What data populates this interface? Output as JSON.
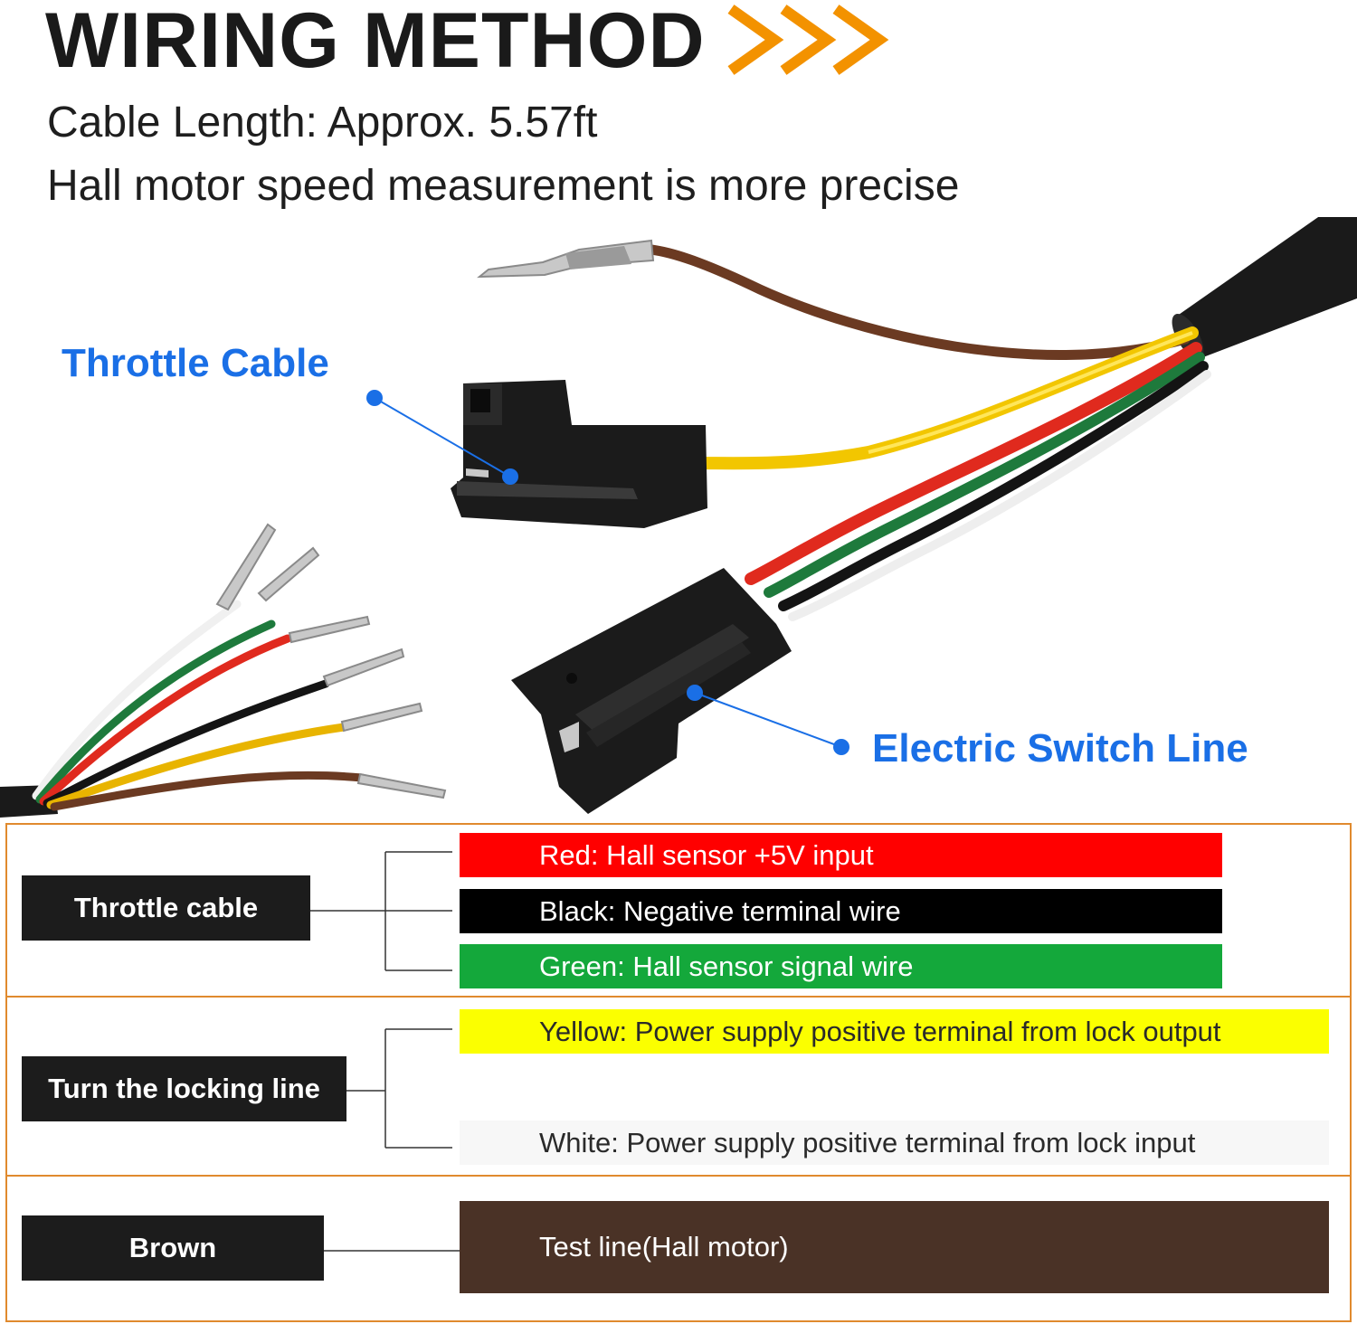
{
  "header": {
    "title": "WIRING METHOD",
    "line1": "Cable Length: Approx. 5.57ft",
    "line2": "Hall motor speed measurement is more precise"
  },
  "callouts": {
    "throttle": "Throttle Cable",
    "switch": "Electric Switch Line"
  },
  "colors": {
    "accent": "#f39200",
    "callout_blue": "#1a6fe6",
    "panel_border": "#e08a2e",
    "label_bg": "#1c1c1c"
  },
  "legend": {
    "groups": [
      {
        "label": "Throttle cable",
        "wires": [
          {
            "text": "Red: Hall sensor +5V input",
            "color": "#ff0000",
            "text_color": "#ffffff"
          },
          {
            "text": "Black: Negative terminal wire",
            "color": "#000000",
            "text_color": "#ffffff"
          },
          {
            "text": "Green: Hall sensor signal wire",
            "color": "#14a83b",
            "text_color": "#ffffff"
          }
        ]
      },
      {
        "label": "Turn the locking line",
        "wires": [
          {
            "text": "Yellow: Power supply positive terminal from lock output",
            "color": "#fbff00",
            "text_color": "#2a2a2a"
          },
          {
            "text": "White: Power supply positive terminal from lock input",
            "color": "#f7f7f7",
            "text_color": "#2a2a2a"
          }
        ]
      },
      {
        "label": "Brown",
        "wires": [
          {
            "text": "Test line(Hall motor)",
            "color": "#4a3226",
            "text_color": "#ffffff"
          }
        ]
      }
    ]
  }
}
